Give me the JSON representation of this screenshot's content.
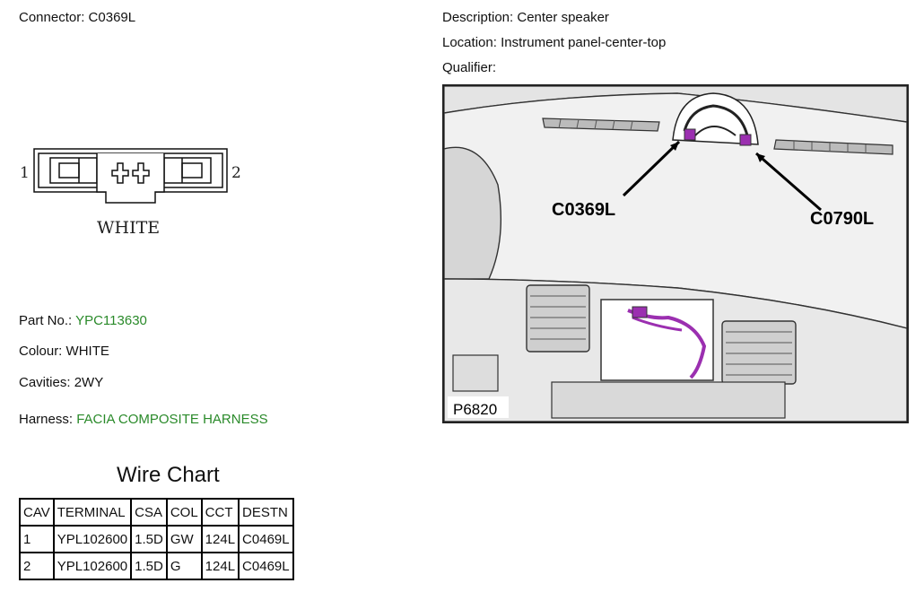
{
  "connector": {
    "label": "Connector:",
    "value": "C0369L"
  },
  "description": {
    "label": "Description:",
    "value": "Center speaker"
  },
  "location": {
    "label": "Location:",
    "value": "Instrument panel-center-top"
  },
  "qualifier": {
    "label": "Qualifier:",
    "value": ""
  },
  "connector_diagram": {
    "pin_left": "1",
    "pin_right": "2",
    "color_label": "WHITE"
  },
  "part_no": {
    "label": "Part No.:",
    "value": "YPC113630"
  },
  "colour": {
    "label": "Colour:",
    "value": "WHITE"
  },
  "cavities": {
    "label": "Cavities:",
    "value": "2WY"
  },
  "harness": {
    "label": "Harness:",
    "value": "FACIA COMPOSITE HARNESS"
  },
  "wire_chart": {
    "title": "Wire Chart",
    "headers": [
      "CAV",
      "TERMINAL",
      "CSA",
      "COL",
      "CCT",
      "DESTN"
    ],
    "rows": [
      [
        "1",
        "YPL102600",
        "1.5D",
        "GW",
        "124L",
        "C0469L"
      ],
      [
        "2",
        "YPL102600",
        "1.5D",
        "G",
        "124L",
        "C0469L"
      ]
    ]
  },
  "location_image": {
    "callout_left": "C0369L",
    "callout_right": "C0790L",
    "figure_id": "P6820"
  },
  "colors": {
    "link_green": "#2a8a2a",
    "connector_purple": "#9b2fb0"
  }
}
